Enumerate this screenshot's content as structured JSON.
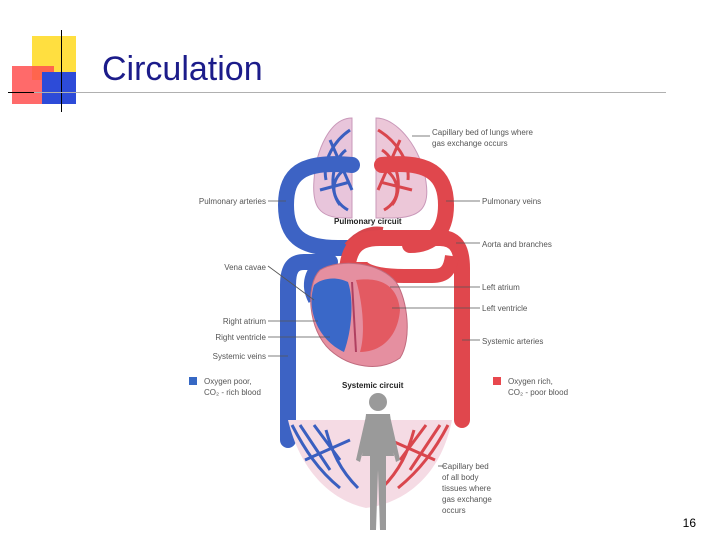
{
  "slide": {
    "title": "Circulation",
    "page_number": "16"
  },
  "colors": {
    "title": "#1c1c8a",
    "accent_yellow": "#ffdf40",
    "accent_red": "#ff3b3b",
    "accent_blue": "#2d4bd8",
    "oxygen_poor": "#3668c4",
    "oxygen_rich": "#e8484e"
  },
  "diagram": {
    "labels": {
      "capillary_lungs": [
        "Capillary bed of lungs where",
        "gas exchange occurs"
      ],
      "pulmonary_arteries": "Pulmonary arteries",
      "pulmonary_veins": "Pulmonary veins",
      "pulmonary_circuit": "Pulmonary circuit",
      "aorta": "Aorta and branches",
      "vena_cavae": "Vena cavae",
      "left_atrium": "Left atrium",
      "left_ventricle": "Left ventricle",
      "right_atrium": "Right atrium",
      "right_ventricle": "Right ventricle",
      "systemic_arteries": "Systemic arteries",
      "systemic_veins": "Systemic veins",
      "systemic_circuit": "Systemic circuit",
      "capillary_body": [
        "Capillary bed",
        "of all body",
        "tissues where",
        "gas exchange",
        "occurs"
      ]
    },
    "legend": {
      "oxygen_poor": [
        "Oxygen poor,",
        "CO₂ - rich blood"
      ],
      "oxygen_rich": [
        "Oxygen rich,",
        "CO₂ - poor blood"
      ]
    }
  }
}
